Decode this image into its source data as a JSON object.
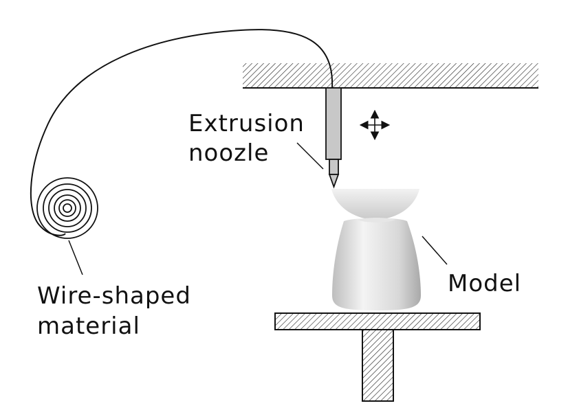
{
  "labels": {
    "extrusion_line1": "Extrusion",
    "extrusion_line2": "noozle",
    "wire_line1": "Wire-shaped",
    "wire_line2": "material",
    "model": "Model"
  },
  "colors": {
    "line": "#111111",
    "hatch": "#222222",
    "nozzle_fill": "#c8c8c8",
    "model_light": "#f4f4f4",
    "model_dark": "#bdbdbd"
  },
  "icons": {
    "move_arrows": "four-way-arrow-icon"
  }
}
